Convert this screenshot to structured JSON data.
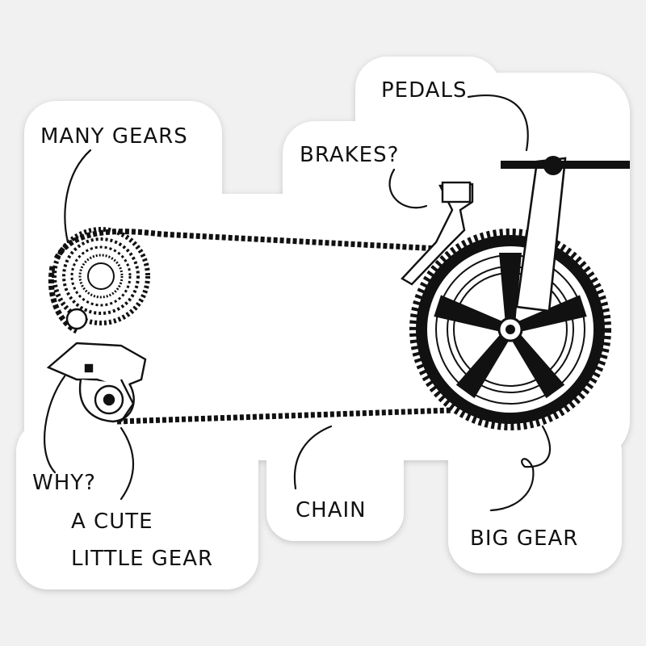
{
  "labels": {
    "many_gears": "MANY GEARS",
    "pedals": "PEDALS",
    "brakes": "BRAKES?",
    "why": "WHY?",
    "cute_1": "A CUTE",
    "cute_2": "LITTLE GEAR",
    "chain": "CHAIN",
    "big_gear": "BIG GEAR"
  },
  "colors": {
    "ink": "#111111",
    "sticker": "#ffffff",
    "background": "#f1f1f1"
  }
}
